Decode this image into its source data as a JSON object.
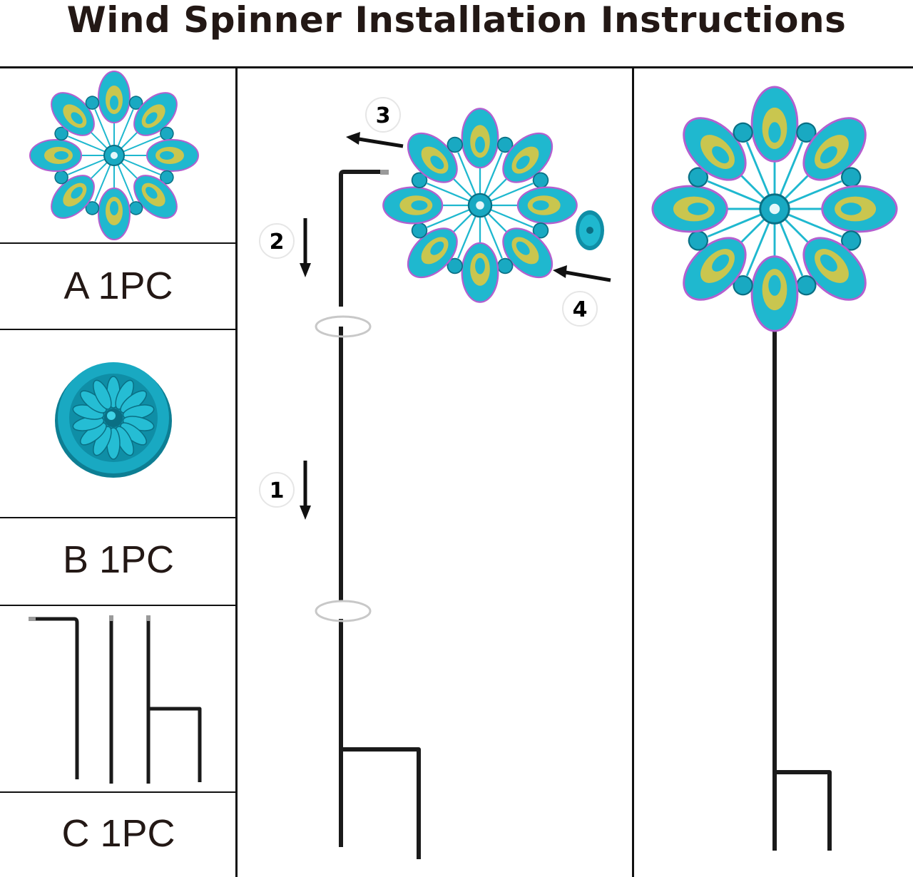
{
  "title": "Wind Spinner Installation Instructions",
  "parts": [
    {
      "label": "A 1PC"
    },
    {
      "label": "B 1PC"
    },
    {
      "label": "C 1PC"
    }
  ],
  "steps": [
    "1",
    "2",
    "3",
    "4"
  ],
  "colors": {
    "text": "#231815",
    "pole": "#1a1a1a",
    "teal": "#1fb8cf",
    "yellow": "#e8c838",
    "purple": "#b45fcf"
  }
}
